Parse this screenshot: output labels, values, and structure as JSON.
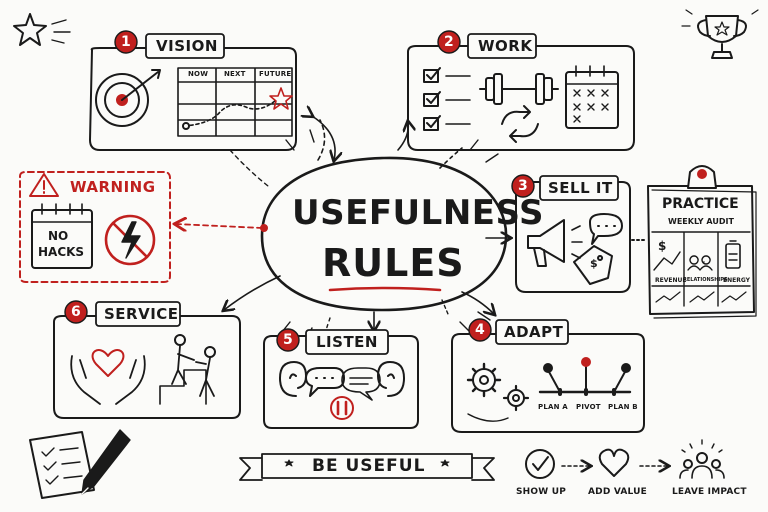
{
  "title": {
    "line1": "USEFULNESS",
    "line2": "RULES"
  },
  "vision": {
    "number": "1",
    "label": "VISION",
    "cols": [
      "NOW",
      "NEXT",
      "FUTURE"
    ]
  },
  "work": {
    "number": "2",
    "label": "WORK"
  },
  "sell": {
    "number": "3",
    "label": "SELL IT",
    "price_symbol": "$"
  },
  "adapt": {
    "number": "4",
    "label": "ADAPT",
    "options": [
      "PLAN A",
      "PIVOT",
      "PLAN B"
    ]
  },
  "listen": {
    "number": "5",
    "label": "LISTEN"
  },
  "service": {
    "number": "6",
    "label": "SERVICE"
  },
  "warning": {
    "label": "WARNING",
    "calendar_text": [
      "NO",
      "HACKS"
    ]
  },
  "practice": {
    "title": "PRACTICE",
    "subtitle": "WEEKLY AUDIT",
    "metrics": [
      "REVENUE",
      "RELATIONSHIPS",
      "ENERGY"
    ],
    "revenue_symbol": "$"
  },
  "banner": {
    "text": "BE USEFUL"
  },
  "flow": {
    "steps": [
      "SHOW UP",
      "ADD VALUE",
      "LEAVE IMPACT"
    ]
  },
  "colors": {
    "ink": "#1a1a1a",
    "accent": "#c0201e",
    "paper": "#fbfbf9"
  },
  "icons": [
    "star-icon",
    "trophy-icon",
    "target-icon",
    "checklist-icon",
    "dumbbell-icon",
    "cycle-icon",
    "calendar-icon",
    "megaphone-icon",
    "chat-icon",
    "price-tag-icon",
    "gears-icon",
    "levers-icon",
    "ear-icon",
    "pause-icon",
    "hands-heart-icon",
    "helping-hand-icon",
    "warning-icon",
    "no-energy-icon",
    "clipboard-icon",
    "pen-icon",
    "check-circle-icon",
    "heart-icon",
    "people-icon"
  ]
}
